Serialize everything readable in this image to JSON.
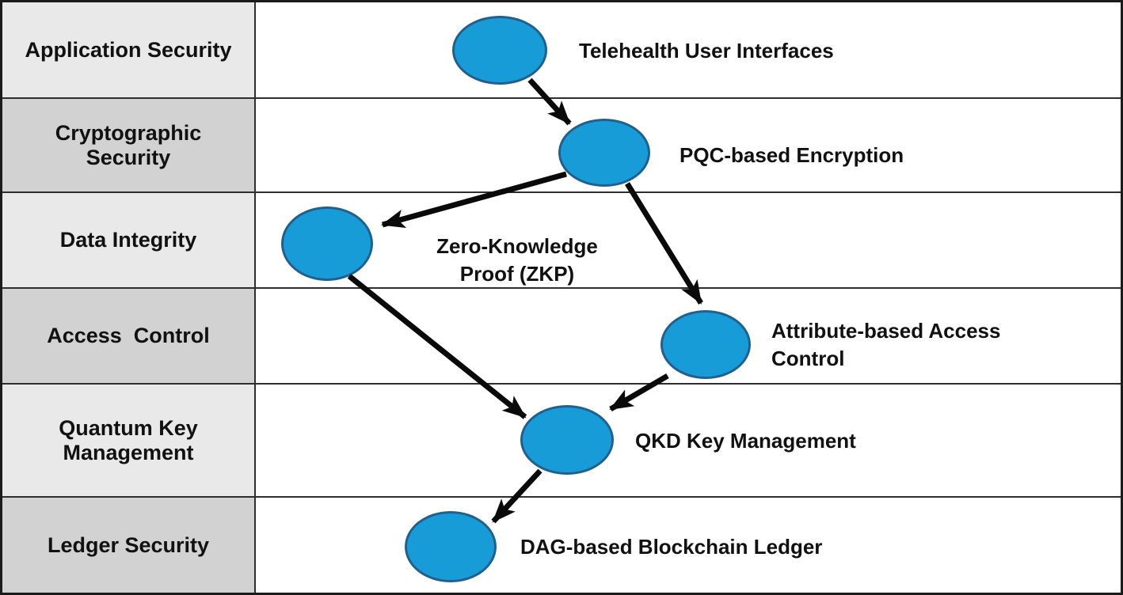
{
  "diagram": {
    "layers": [
      {
        "label": "Application Security",
        "shade": "light"
      },
      {
        "label": "Cryptographic\nSecurity",
        "shade": "dark"
      },
      {
        "label": "Data Integrity",
        "shade": "light"
      },
      {
        "label": "Access  Control",
        "shade": "dark"
      },
      {
        "label": "Quantum Key\nManagement",
        "shade": "light"
      },
      {
        "label": "Ledger Security",
        "shade": "dark"
      }
    ],
    "nodes": [
      {
        "id": "telehealth-ui",
        "label": "Telehealth User Interfaces",
        "layer": "Application Security"
      },
      {
        "id": "pqc-encryption",
        "label": "PQC-based Encryption",
        "layer": "Cryptographic Security"
      },
      {
        "id": "zkp",
        "label": "Zero-Knowledge\nProof (ZKP)",
        "layer": "Data Integrity"
      },
      {
        "id": "abac",
        "label": "Attribute-based Access\nControl",
        "layer": "Access Control"
      },
      {
        "id": "qkd",
        "label": "QKD Key Management",
        "layer": "Quantum Key Management"
      },
      {
        "id": "dag-ledger",
        "label": "DAG-based Blockchain Ledger",
        "layer": "Ledger Security"
      }
    ],
    "edges": [
      {
        "from": "telehealth-ui",
        "to": "pqc-encryption"
      },
      {
        "from": "pqc-encryption",
        "to": "zkp"
      },
      {
        "from": "pqc-encryption",
        "to": "abac"
      },
      {
        "from": "zkp",
        "to": "qkd"
      },
      {
        "from": "abac",
        "to": "qkd"
      },
      {
        "from": "qkd",
        "to": "dag-ledger"
      }
    ],
    "colors": {
      "node_fill": "#189cd8",
      "node_border": "#20608f",
      "row_light": "#e9e9e9",
      "row_dark": "#d2d2d2",
      "grid_line": "#2e2e2e",
      "arrow": "#0a0a0a",
      "text": "#111111"
    }
  }
}
